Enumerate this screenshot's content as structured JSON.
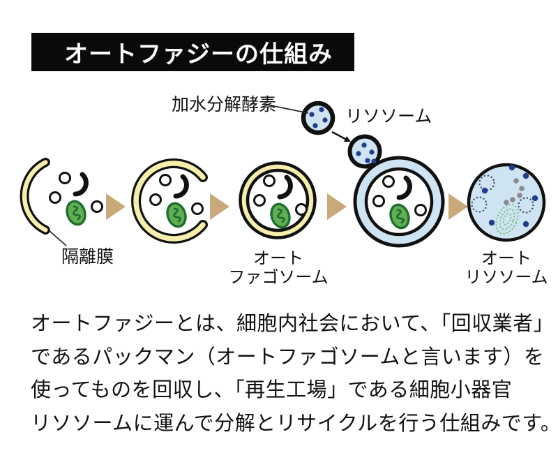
{
  "title": "オートファジーの仕組み",
  "diagram": {
    "labels": {
      "enzyme": "加水分解酵素",
      "lysosome": "リソソーム",
      "isolation_membrane": "隔離膜",
      "autophagosome_line1": "オート",
      "autophagosome_line2": "ファゴソーム",
      "autolysosome_line1": "オート",
      "autolysosome_line2": "リソソーム"
    },
    "colors": {
      "membrane_yellow": "#f6efab",
      "lysosome_blue": "#cfe4f3",
      "enzyme_navy": "#203c8c",
      "mito_green": "#63ae55",
      "mito_dark_green": "#1d6e2d",
      "arrow_tan": "#c9a87a",
      "outline_black": "#111111",
      "degraded_gray": "#8a8a8a"
    }
  },
  "description": {
    "lines": [
      "オートファジーとは、細胞内社会において、「回収業者」",
      "であるパックマン（オートファゴソームと言います）を",
      "使ってものを回収し、「再生工場」である細胞小器官",
      "リソソームに運んで分解とリサイクルを行う仕組みです。"
    ]
  }
}
